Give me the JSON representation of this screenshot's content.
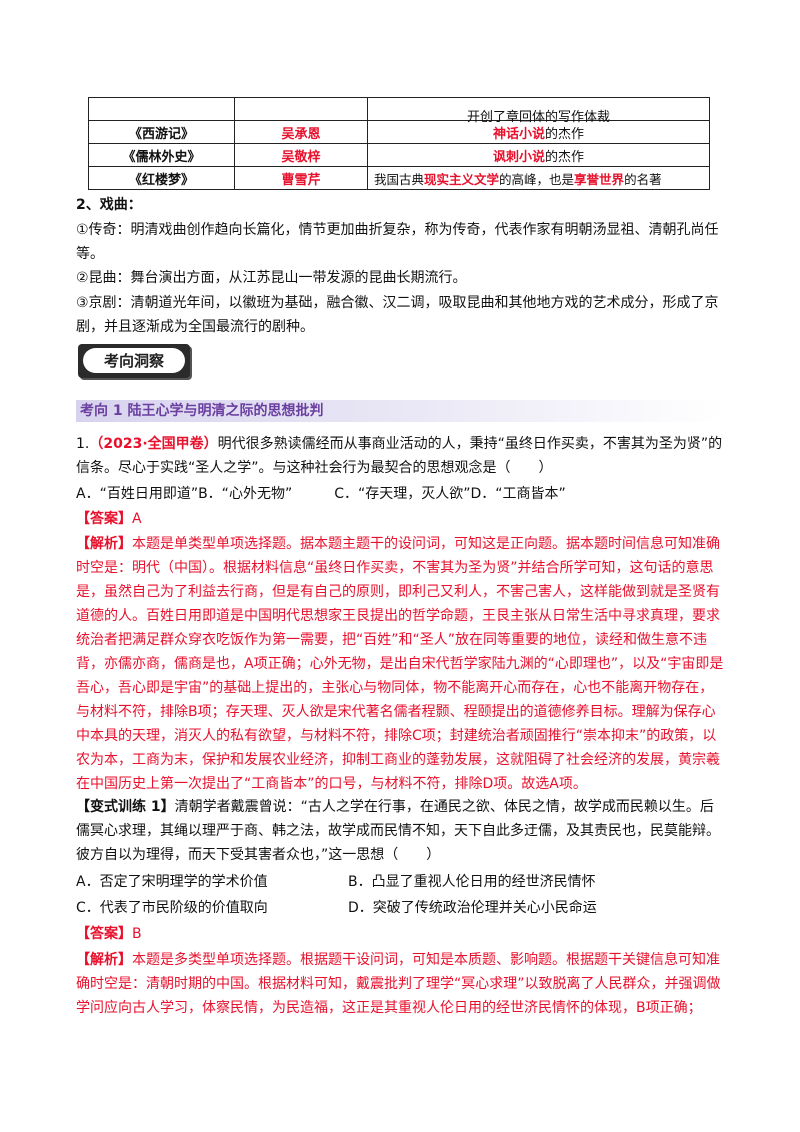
{
  "novel_table": {
    "rows": [
      {
        "work": "",
        "author": "",
        "desc_plain": "开创了章回体的写作体裁"
      },
      {
        "work": "《西游记》",
        "author": "吴承恩",
        "desc_red": "神话小说",
        "desc_after": "的杰作"
      },
      {
        "work": "《儒林外史》",
        "author": "吴敬梓",
        "desc_red": "讽刺小说",
        "desc_after": "的杰作"
      },
      {
        "work": "《红楼梦》",
        "author": "曹雪芹",
        "desc_pre": "我国古典",
        "desc_red": "现实主义文学",
        "desc_mid": "的高峰，也是",
        "desc_red2": "享誉世界",
        "desc_after": "的名著"
      }
    ]
  },
  "drama": {
    "heading": "2、戏曲：",
    "chuanqi": "①传奇：明清戏曲创作趋向长篇化，情节更加曲折复杂，称为传奇，代表作家有明朝汤显祖、清朝孔尚任等。",
    "kunqu": "②昆曲：舞台演出方面，从江苏昆山一带发源的昆曲长期流行。",
    "jingju": "③京剧：清朝道光年间，以徽班为基础，融合徽、汉二调，吸取昆曲和其他地方戏的艺术成分，形成了京剧，并且逐渐成为全国最流行的剧种。"
  },
  "badge": {
    "label": "考向洞察"
  },
  "topic": {
    "title": "考向 1 陆王心学与明清之际的思想批判"
  },
  "q1": {
    "number": "1.",
    "source": "（2023·全国甲卷）",
    "stem": "明代很多熟读儒经而从事商业活动的人，秉持“虽终日作买卖，不害其为圣为贤”的信条。尽心于实践“圣人之学”。与这种社会行为最契合的思想观念是（　　）",
    "options": "A．“百姓日用即道”B．“心外无物”　　　C．“存天理，灭人欲”D．“工商皆本”",
    "answer_label": "【答案】",
    "answer": "A",
    "analysis_label": "【解析】",
    "analysis": "本题是单类型单项选择题。据本题主题干的设问词，可知这是正向题。据本题时间信息可知准确时空是：明代（中国）。根据材料信息“虽终日作买卖，不害其为圣为贤”并结合所学可知，这句话的意思是，虽然自己为了利益去行商，但是有自己的原则，即利己又利人，不害己害人，这样能做到就是圣贤有道德的人。百姓日用即道是中国明代思想家王艮提出的哲学命题，王艮主张从日常生活中寻求真理，要求统治者把满足群众穿衣吃饭作为第一需要，把“百姓”和“圣人”放在同等重要的地位，读经和做生意不违背，亦儒亦商，儒商是也，A项正确；心外无物，是出自宋代哲学家陆九渊的“心即理也”，以及“宇宙即是吾心，吾心即是宇宙”的基础上提出的，主张心与物同体，物不能离开心而存在，心也不能离开物存在，与材料不符，排除B项；存天理、灭人欲是宋代著名儒者程颢、程颐提出的道德修养目标。理解为保存心中本具的天理，消灭人的私有欲望，与材料不符，排除C项；封建统治者顽固推行“崇本抑末”的政策，以农为本，工商为末，保护和发展农业经济，抑制工商业的蓬勃发展，这就阻碍了社会经济的发展，黄宗羲在中国历史上第一次提出了“工商皆本”的口号，与材料不符，排除D项。故选A项。"
  },
  "q2": {
    "label": "【变式训练 1】",
    "stem": "清朝学者戴震曾说：“古人之学在行事，在通民之欲、体民之情，故学成而民赖以生。后儒冥心求理，其绳以理严于商、韩之法，故学成而民情不知，天下自此多迂儒，及其责民也，民莫能辩。彼方自以为理得，而天下受其害者众也，”这一思想（　　）",
    "opt_a": "A．否定了宋明理学的学术价值",
    "opt_b": "B．凸显了重视人伦日用的经世济民情怀",
    "opt_c": "C．代表了市民阶级的价值取向",
    "opt_d": "D．突破了传统政治伦理并关心小民命运",
    "answer_label": "【答案】",
    "answer": "B",
    "analysis_label": "【解析】",
    "analysis": "本题是多类型单项选择题。根据题干设问词，可知是本质题、影响题。根据题干关键信息可知准确时空是：清朝时期的中国。根据材料可知，戴震批判了理学“冥心求理”以致脱离了人民群众，并强调做学问应向古人学习，体察民情，为民造福，这正是其重视人伦日用的经世济民情怀的体现，B项正确；"
  }
}
